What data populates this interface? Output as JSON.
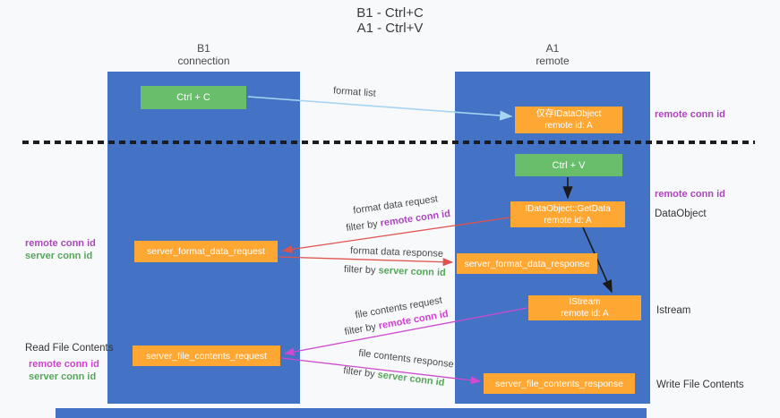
{
  "title": {
    "line1": "B1 - Ctrl+C",
    "line2": "A1 - Ctrl+V"
  },
  "lanes": {
    "left": {
      "name": "B1",
      "sub": "connection"
    },
    "right": {
      "name": "A1",
      "sub": "remote"
    }
  },
  "nodes": {
    "ctrl_c": {
      "label": "Ctrl + C"
    },
    "ctrl_v": {
      "label": "Ctrl + V"
    },
    "idataobject": {
      "line1": "仅存IDataObject",
      "line2": "remote id: A"
    },
    "getdata": {
      "line1": "IDataObject::GetData",
      "line2": "remote id: A"
    },
    "istream": {
      "line1": "IStream",
      "line2": "remote id: A"
    },
    "format_request": {
      "label": "server_format_data_request"
    },
    "format_response": {
      "label": "server_format_data_response"
    },
    "file_request": {
      "label": "server_file_contents_request"
    },
    "file_response": {
      "label": "server_file_contents_response"
    }
  },
  "side_labels": {
    "right_remote_conn_top": "remote conn id",
    "right_remote_conn_mid": "remote conn id",
    "dataobject": "DataObject",
    "istream": "Istream",
    "write_file_contents": "Write File Contents",
    "left_remote_conn_format": "remote conn id",
    "left_server_conn_format": "server conn id",
    "read_file_contents": "Read File Contents",
    "left_remote_conn_file": "remote conn id",
    "left_server_conn_file": "server conn id"
  },
  "arrow_labels": {
    "format_list": "format list",
    "format_data_request": "format data request",
    "format_data_response": "format data response",
    "file_contents_request": "file contents request",
    "file_contents_response": "file contents response",
    "filter_by": "filter by",
    "remote_conn_id": "remote conn id",
    "server_conn_id": "server conn id"
  },
  "colors": {
    "lane_blue": "#4472c4",
    "node_green": "#69be6c",
    "node_orange": "#ffa733",
    "arrow_red": "#e0524e",
    "arrow_magenta": "#ce4ad0",
    "arrow_light_blue": "#a5d5f2",
    "arrow_black": "#1a1a1a",
    "purple_text": "#ab47bc",
    "magenta_text": "#d33fd3",
    "green_text": "#56a65a"
  }
}
